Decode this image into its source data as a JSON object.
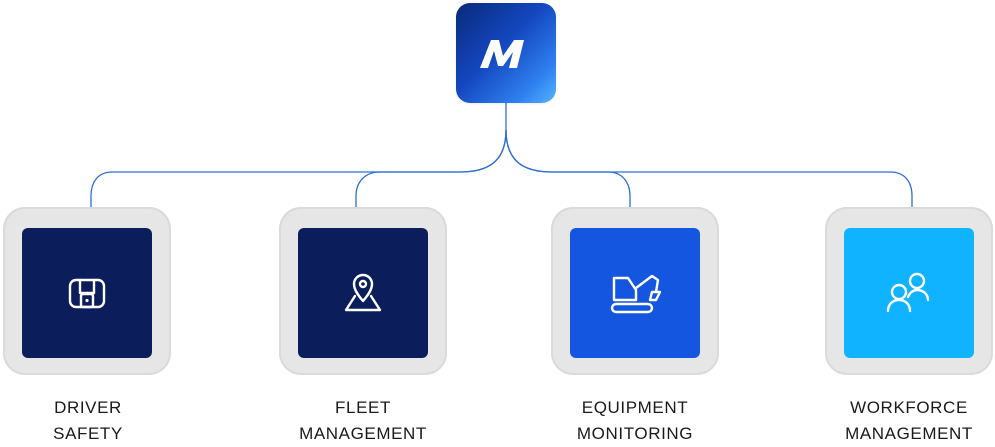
{
  "diagram": {
    "root": {
      "logo_text": "M",
      "color_gradient": [
        "#0a2a7a",
        "#1447c0",
        "#2f80f0",
        "#55b6ff"
      ]
    },
    "connector_color": "#2f6fd1",
    "nodes": [
      {
        "id": "driver-safety",
        "label_line1": "DRIVER",
        "label_line2": "SAFETY",
        "tile_color": "#0b1d5a",
        "icon": "dashcam-icon"
      },
      {
        "id": "fleet-management",
        "label_line1": "FLEET",
        "label_line2": "MANAGEMENT",
        "tile_color": "#0b1d5a",
        "icon": "map-pin-icon"
      },
      {
        "id": "equipment-monitoring",
        "label_line1": "EQUIPMENT",
        "label_line2": "MONITORING",
        "tile_color": "#1456e0",
        "icon": "excavator-icon"
      },
      {
        "id": "workforce-management",
        "label_line1": "WORKFORCE",
        "label_line2": "MANAGEMENT",
        "tile_color": "#0fb3ff",
        "icon": "people-icon"
      }
    ]
  }
}
